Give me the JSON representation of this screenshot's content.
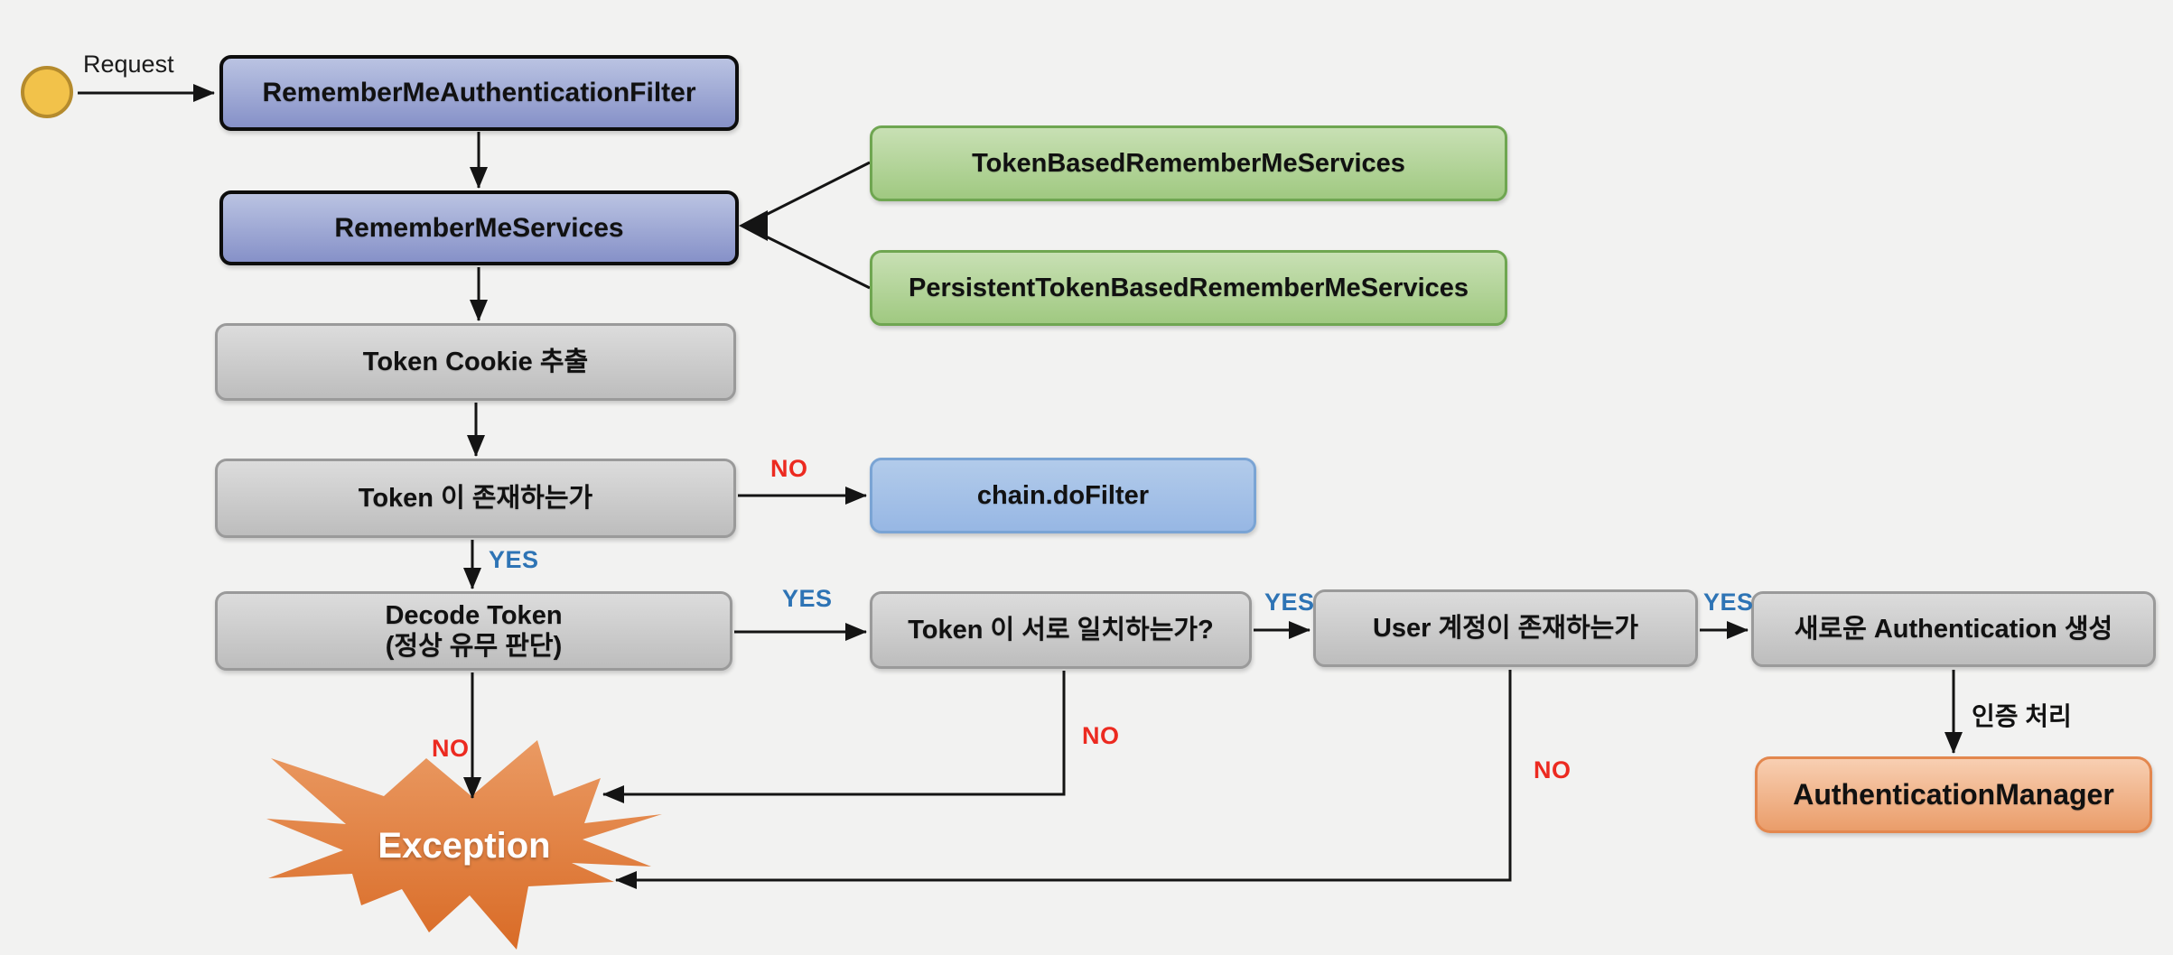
{
  "start": {
    "label": "Request"
  },
  "nodes": {
    "filter": {
      "label": "RememberMeAuthenticationFilter"
    },
    "services": {
      "label": "RememberMeServices"
    },
    "token_based": {
      "label": "TokenBasedRememberMeServices"
    },
    "persistent_token_based": {
      "label": "PersistentTokenBasedRememberMeServices"
    },
    "cookie": {
      "label": "Token Cookie 추출"
    },
    "exists": {
      "label": "Token 이 존재하는가"
    },
    "chain": {
      "label": "chain.doFilter"
    },
    "decode": {
      "line1": "Decode Token",
      "line2": "(정상 유무 판단)"
    },
    "match": {
      "label": "Token 이 서로 일치하는가?"
    },
    "user": {
      "label": "User 계정이 존재하는가"
    },
    "new_auth": {
      "label": "새로운 Authentication 생성"
    },
    "auth_manager": {
      "label": "AuthenticationManager"
    },
    "exception": {
      "label": "Exception"
    }
  },
  "edge_labels": {
    "exists_no": "NO",
    "exists_yes": "YES",
    "decode_yes": "YES",
    "decode_no": "NO",
    "match_yes": "YES",
    "match_no": "NO",
    "user_yes": "YES",
    "user_no": "NO",
    "auth_process": "인증 처리"
  },
  "colors": {
    "background": "#f2f2f1",
    "yes_label": "#2e74b5",
    "no_label": "#ec2a20",
    "filter_fill": "#8691c8",
    "green_fill": "#a0c981",
    "gray_fill": "#c9c9c9",
    "chain_fill": "#9cbbe5",
    "manager_fill": "#f0ab77",
    "exception_fill": "#dd7631",
    "start_fill": "#f2c24a",
    "arrow": "#141414"
  }
}
